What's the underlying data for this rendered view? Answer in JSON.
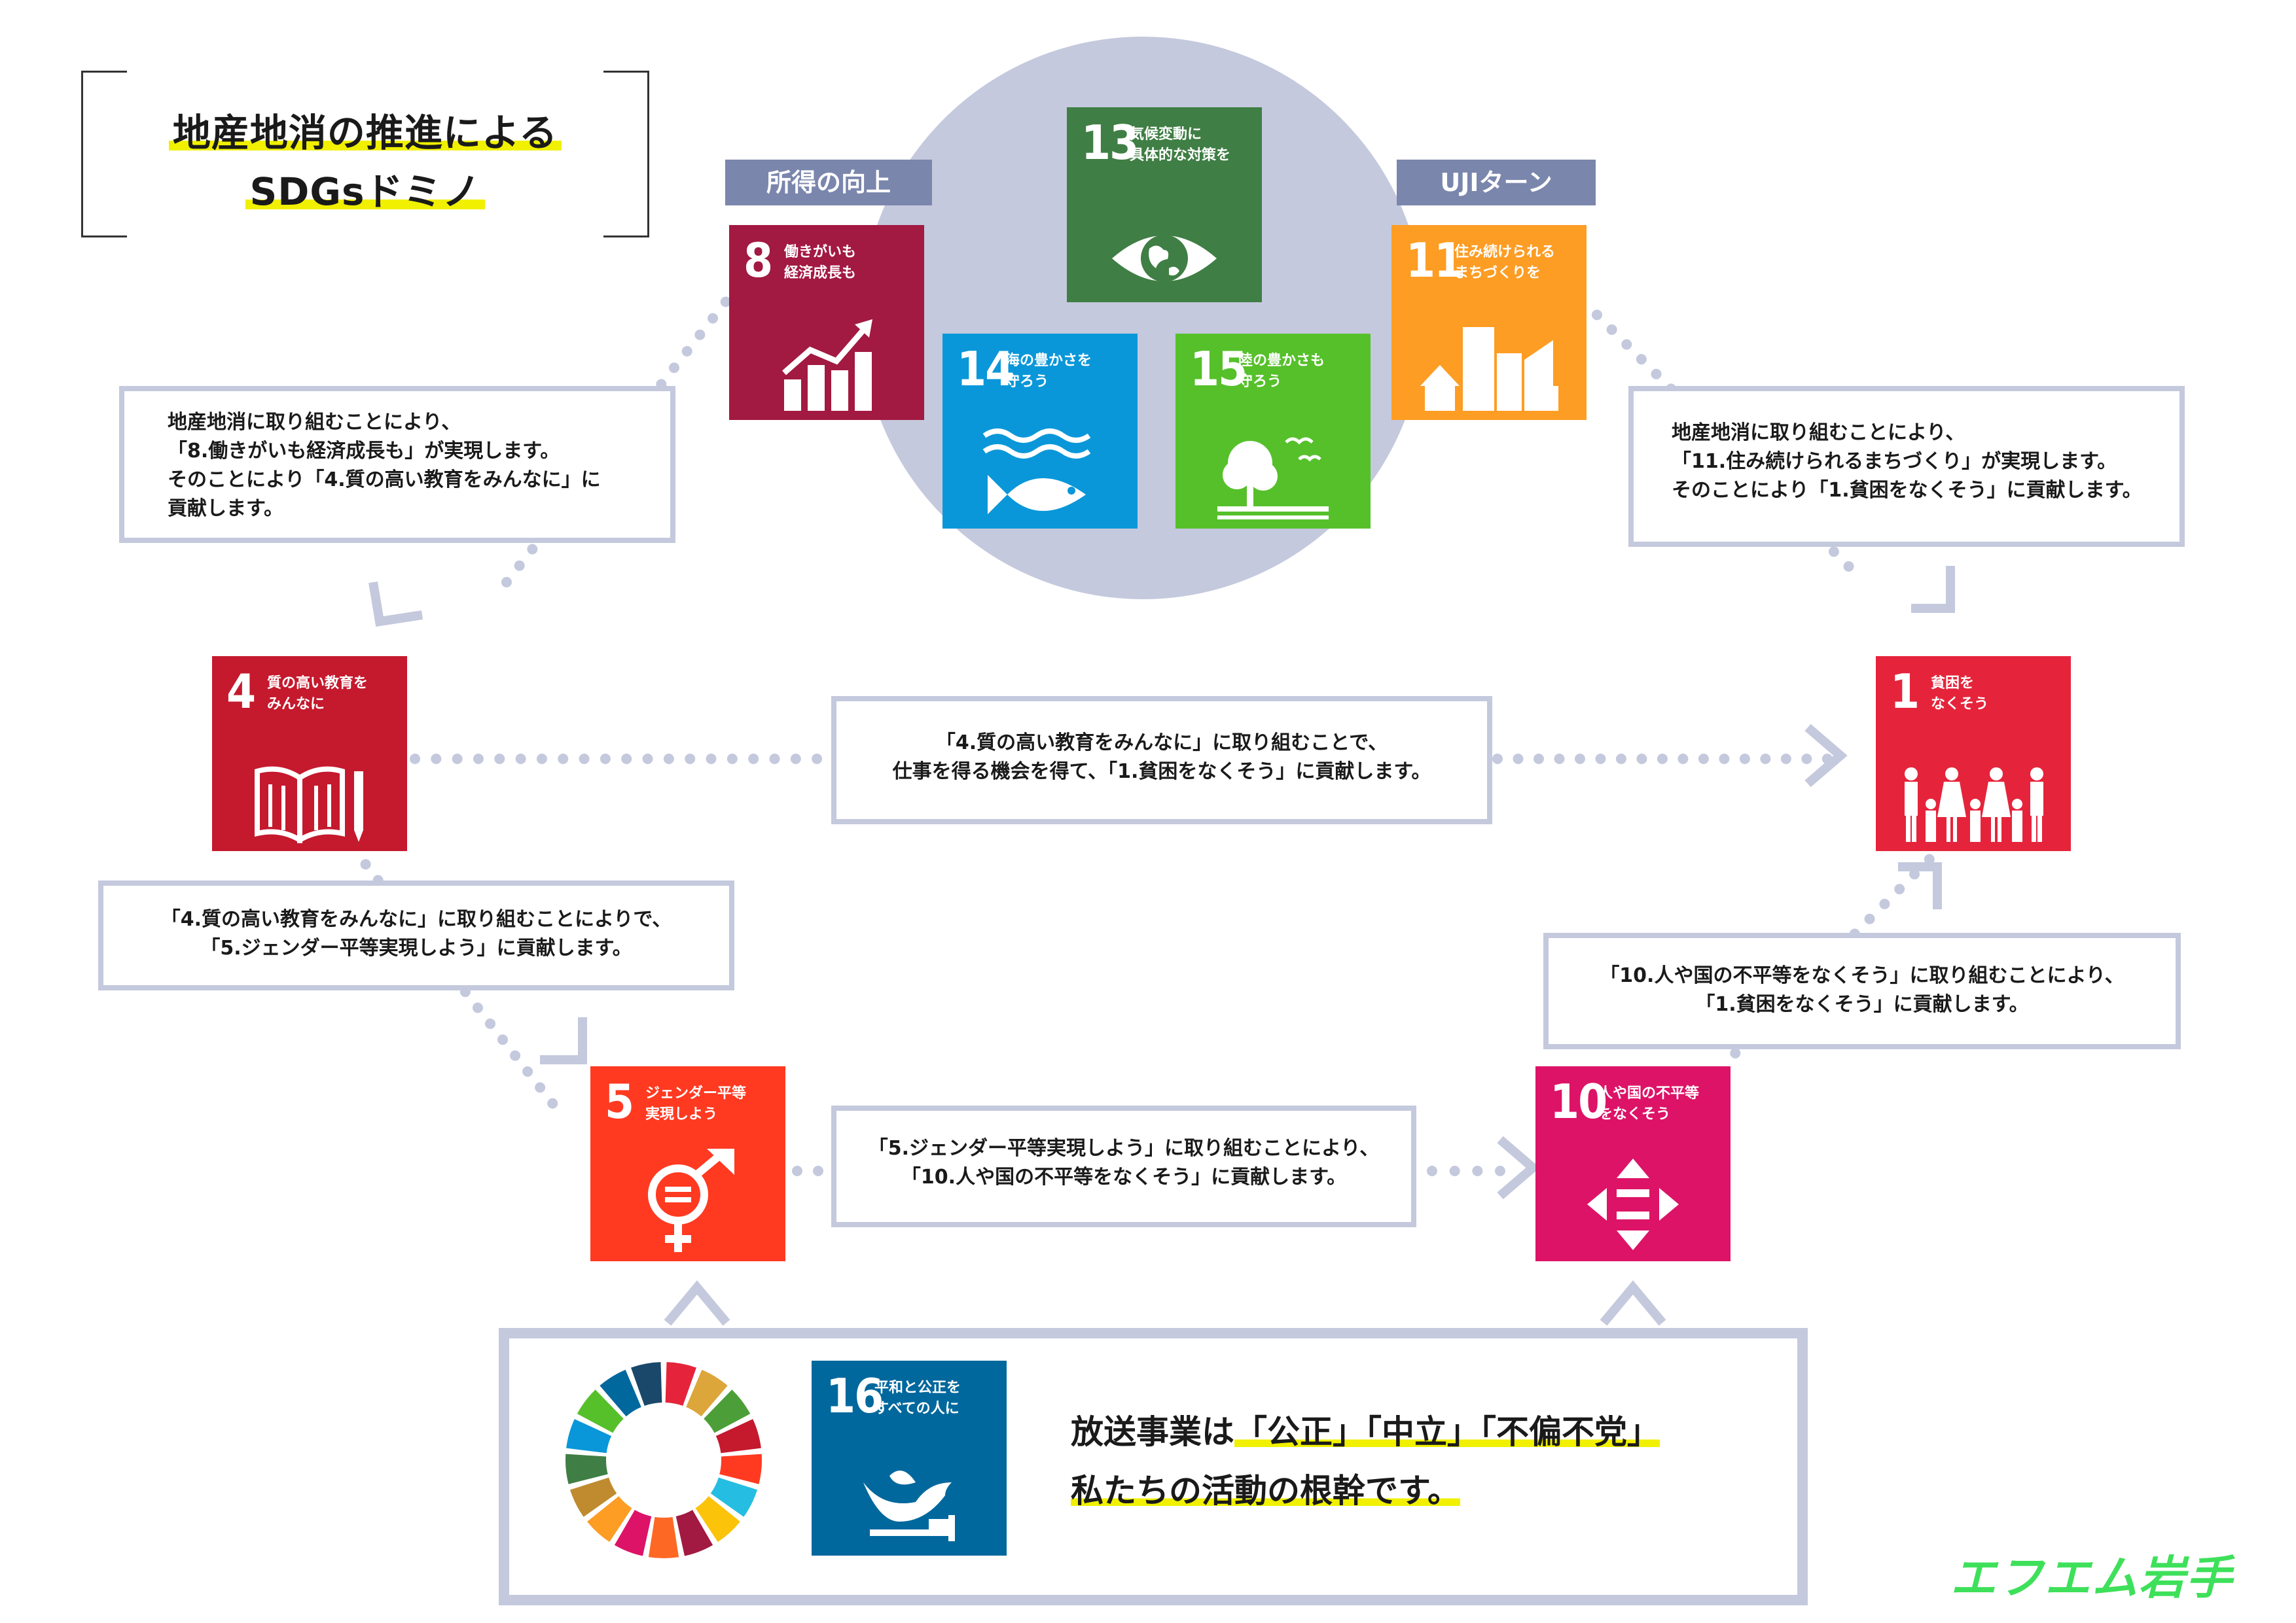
{
  "title": {
    "line1": "地産地消の推進による",
    "line2": "SDGsドミノ"
  },
  "tags": {
    "income": "所得の向上",
    "uji": "UJIターン"
  },
  "goals": {
    "g1": {
      "num": "1",
      "name": "貧困を\nなくそう",
      "color": "#e5243b"
    },
    "g4": {
      "num": "4",
      "name": "質の高い教育を\nみんなに",
      "color": "#c5192d"
    },
    "g5": {
      "num": "5",
      "name": "ジェンダー平等\n実現しよう",
      "color": "#ff3a21"
    },
    "g8": {
      "num": "8",
      "name": "働きがいも\n経済成長も",
      "color": "#a21942"
    },
    "g10": {
      "num": "10",
      "name": "人や国の不平等\nをなくそう",
      "color": "#dd1367"
    },
    "g11": {
      "num": "11",
      "name": "住み続けられる\nまちづくりを",
      "color": "#fd9d24"
    },
    "g13": {
      "num": "13",
      "name": "気候変動に\n具体的な対策を",
      "color": "#3f7e44"
    },
    "g14": {
      "num": "14",
      "name": "海の豊かさを\n守ろう",
      "color": "#0a97d9"
    },
    "g15": {
      "num": "15",
      "name": "陸の豊かさも\n守ろう",
      "color": "#56c02b"
    },
    "g16": {
      "num": "16",
      "name": "平和と公正を\nすべての人に",
      "color": "#00689d"
    }
  },
  "boxes": {
    "b8to4": [
      "地産地消に取り組むことにより、",
      "「8.働きがいも経済成長も」が実現します。",
      "そのことにより「4.質の高い教育をみんなに」に",
      "貢献します。"
    ],
    "b11to1": [
      "地産地消に取り組むことにより、",
      "「11.住み続けられるまちづくり」が実現します。",
      "そのことにより「1.貧困をなくそう」に貢献します。"
    ],
    "b4to1": [
      "「4.質の高い教育をみんなに」に取り組むことで、",
      "仕事を得る機会を得て、「1.貧困をなくそう」に貢献します。"
    ],
    "b4to5": [
      "「4.質の高い教育をみんなに」に取り組むことによりで、",
      "「5.ジェンダー平等実現しよう」に貢献します。"
    ],
    "b5to10": [
      "「5.ジェンダー平等実現しよう」に取り組むことにより、",
      "「10.人や国の不平等をなくそう」に貢献します。"
    ],
    "b10to1": [
      "「10.人や国の不平等をなくそう」に取り組むことにより、",
      "「1.貧困をなくそう」に貢献します。"
    ]
  },
  "statement": {
    "line1_pre": "放送事業は",
    "line1_hl": "「公正」「中立」「不偏不党」",
    "line2": "私たちの活動の根幹です。"
  },
  "brand": "エフエム岩手"
}
